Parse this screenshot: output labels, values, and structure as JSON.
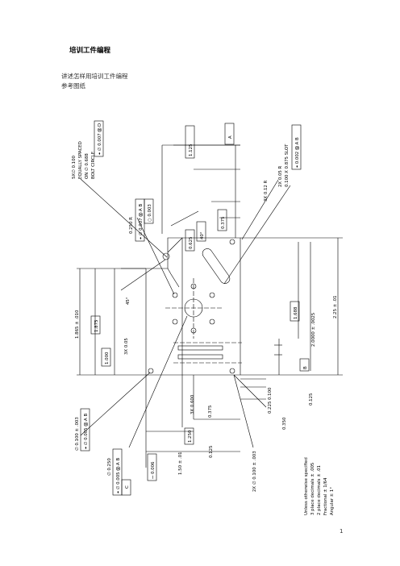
{
  "doc": {
    "title": "培训工件编程",
    "line1": "讲述怎样用培训工件编程",
    "line2": "参考图纸",
    "page_number": "1"
  },
  "drawing": {
    "labels": {
      "five_x": "5X∅ 0.100",
      "equally_spaced": "EQUALLY SPACED",
      "on_dia": "ON ∅ 0.688",
      "bolt_circle": "BOLT CIRCLE",
      "bolt_fcf": "⌖ ∅ 0.007 Ⓜ  D",
      "r0250": "0.250 R",
      "fcf_pos": "⌖ ∅ 0.007 Ⓜ A B",
      "fcf_circ": "○ 0.003",
      "d1125": "1.125",
      "d0625": "0.625",
      "d40": "40°",
      "d0375": "0.375",
      "datumA": "A",
      "three_x": "3X 0.12 R",
      "two_x_r": "2X 0.05 R",
      "slot": "0.100 X 0.875 SLOT",
      "fcf_slot": "⌖ 0.002 Ⓜ A B",
      "d1865": "1.865 ± .010",
      "d1875": "1.875",
      "d1000": "1.000",
      "d45": "45°",
      "three_x_005": "3X 0.05",
      "d1688": "1.688",
      "d20000": "2.0000 ± .0025",
      "d225": "2.25 ± .01",
      "datumB": "B",
      "d0100": "0.100",
      "d0225": "0.225",
      "d0350": "0.350",
      "d0125r": "0.125",
      "three_x_600": "3X 0.600",
      "d0375b": "0.375",
      "d1250": "1.250",
      "d150": "1.50 ± .01",
      "d0125": "0.125",
      "hole2x": "2X ∅ 0.100 ± .003",
      "flat": "⏤ 0.006",
      "dia_top": "∅ 0.100 ± .003",
      "fcf_top": "⌖ ∅ 0.005 Ⓜ A B",
      "dia0250": "∅ 0.250",
      "fcf_big": "⌖ ∅ 0.005 Ⓜ A B",
      "datumC": "C",
      "notes": [
        "Unless otherwise specified",
        "3 place decimals  ± .005",
        "2 place decimals  ± .01",
        "Fractional  ± 1/64",
        "Angular  ± 1°"
      ]
    }
  }
}
